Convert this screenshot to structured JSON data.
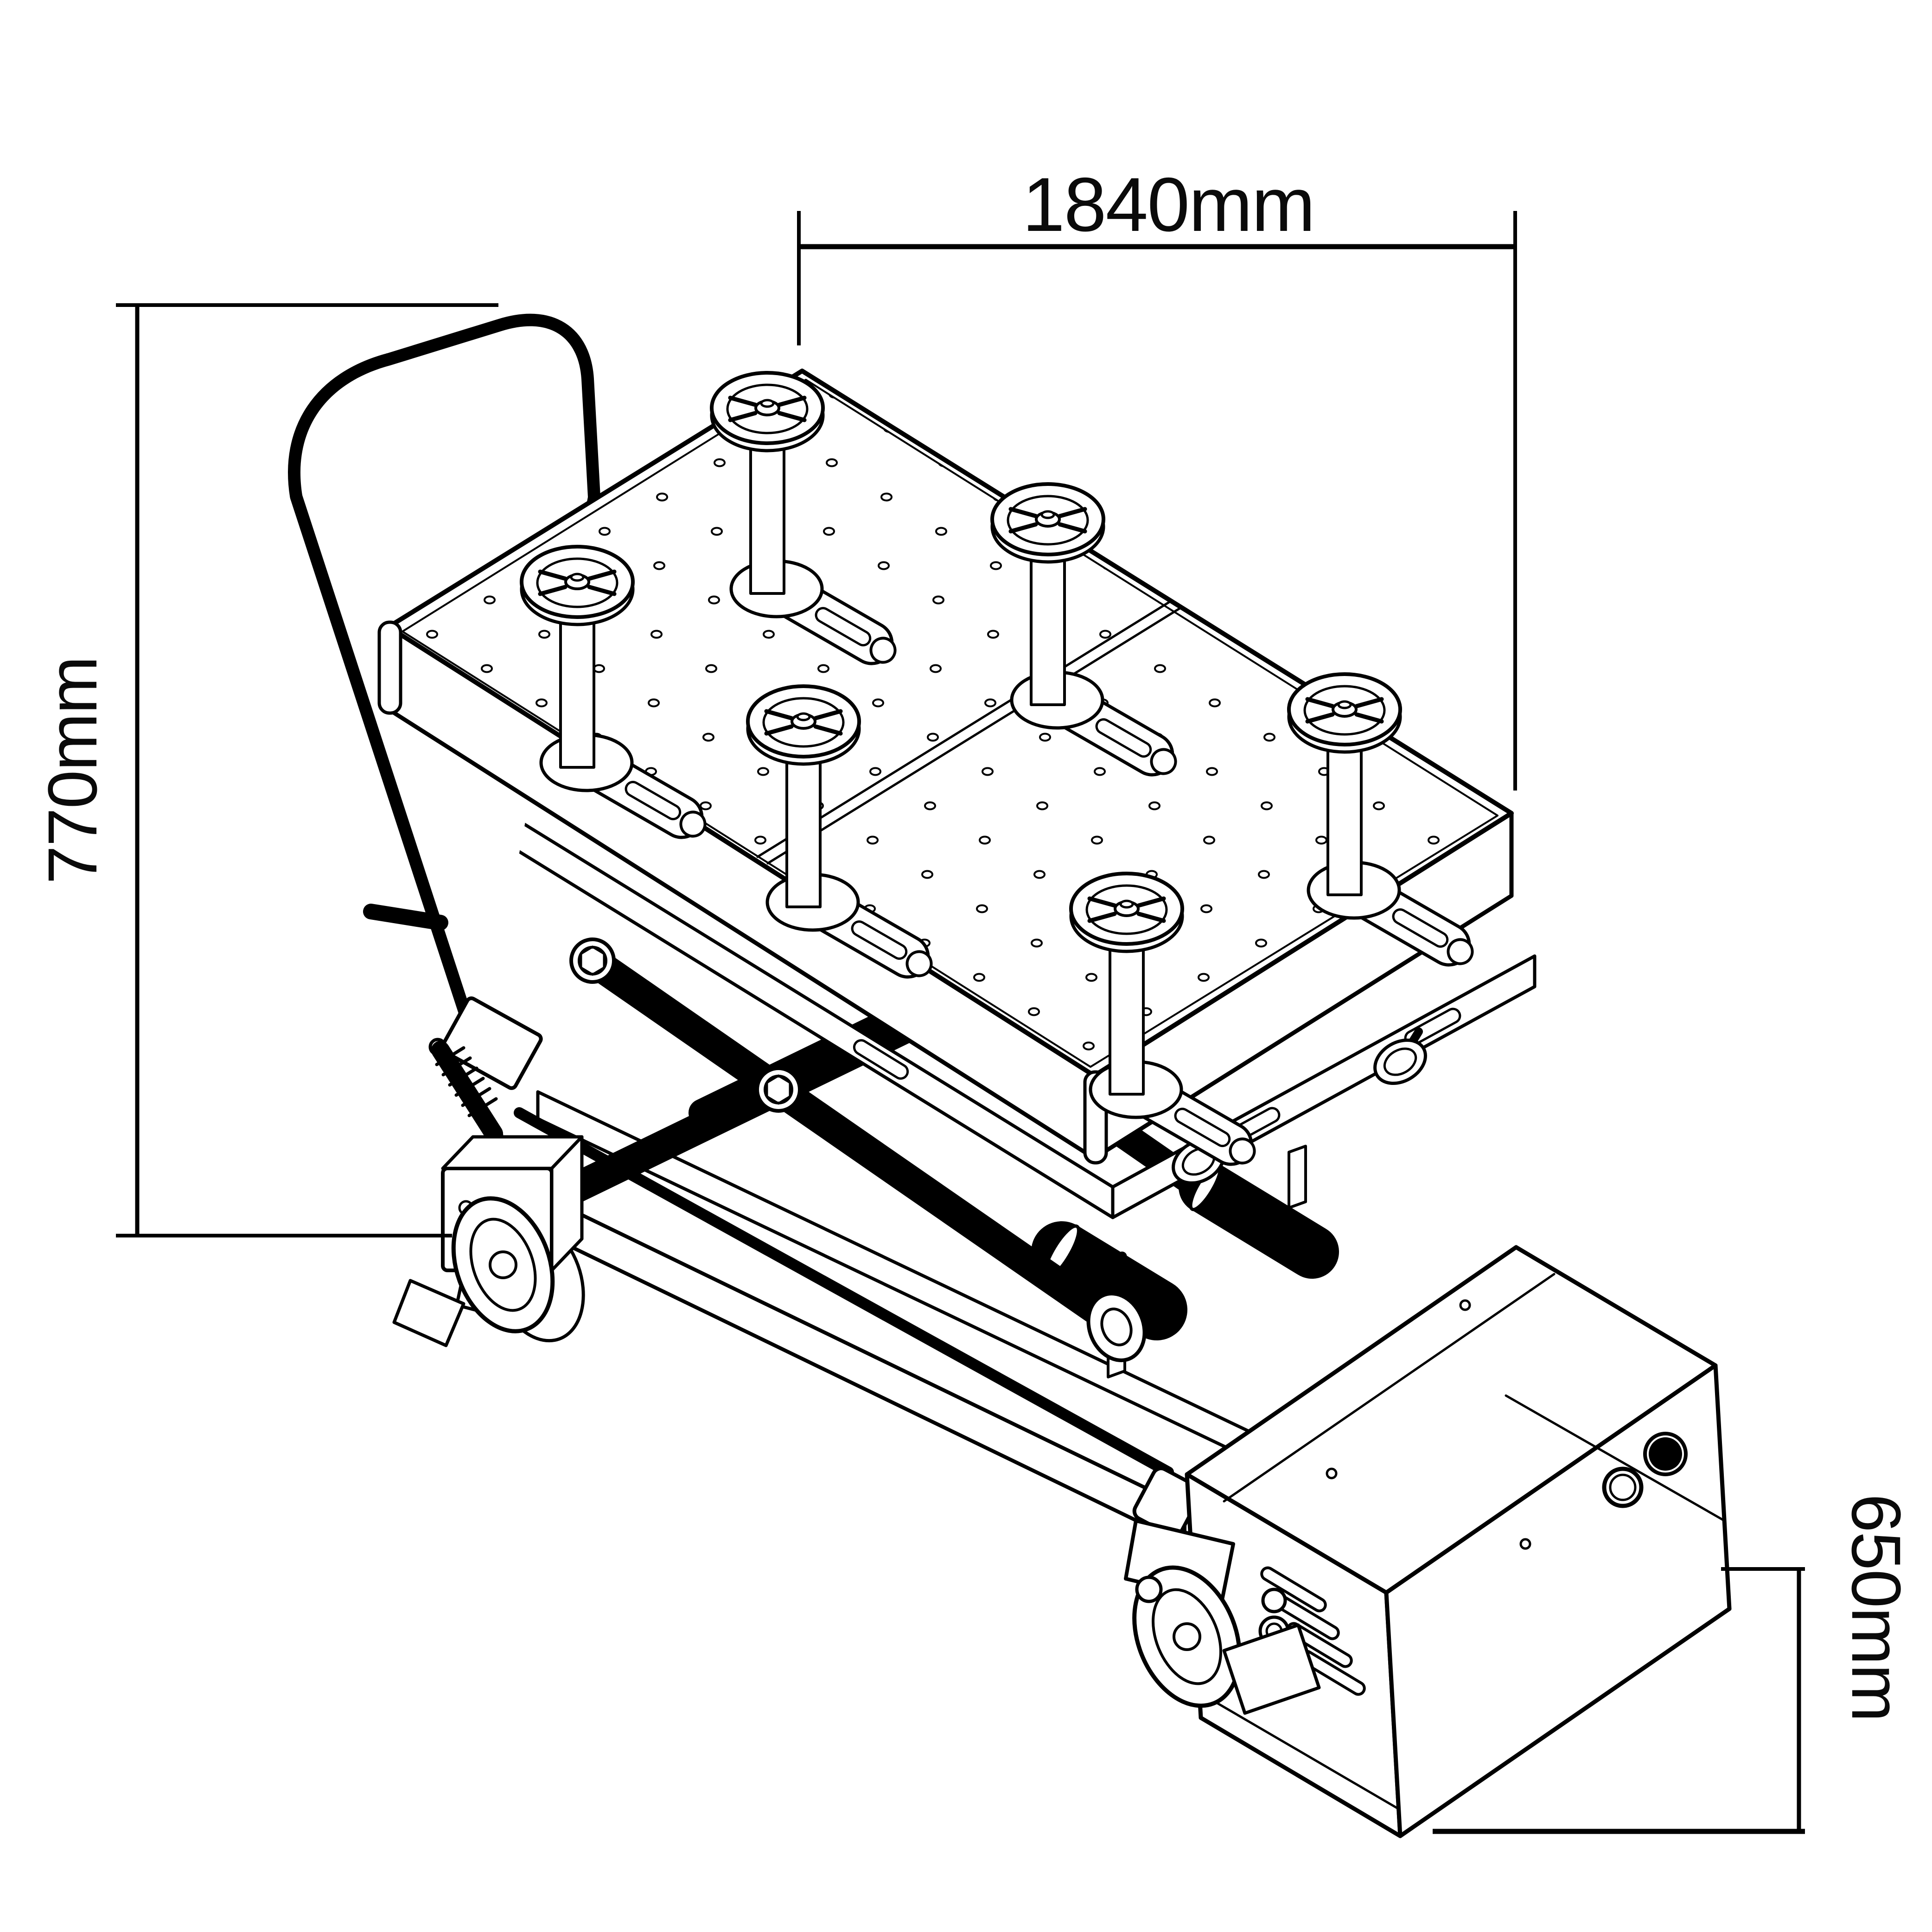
{
  "drawing": {
    "background_color": "#ffffff",
    "line_color": "#000000",
    "dimensions": {
      "top_width": {
        "label": "1840mm"
      },
      "left_height": {
        "label": "770mm"
      },
      "right_height": {
        "label": "650mm"
      }
    }
  }
}
